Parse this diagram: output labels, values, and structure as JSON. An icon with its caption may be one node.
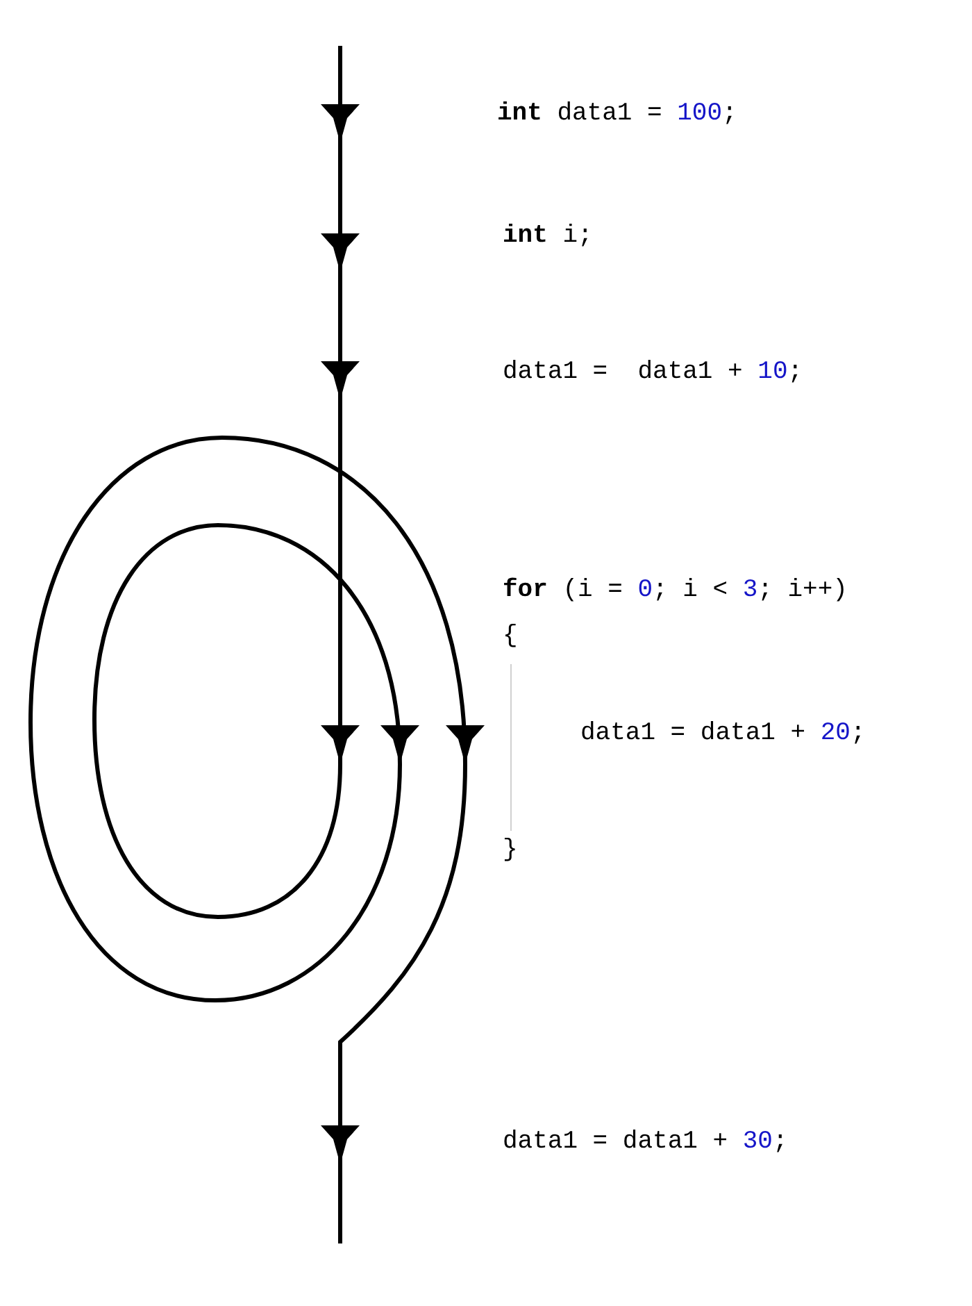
{
  "diagram": {
    "labels": [
      "**int** data1 = 100;",
      "**int** i;",
      "data1 =  data1 + 10;",
      "**for** (i = 0; i < 3; i++)",
      "{",
      "data1 = data1 + 20;",
      "}",
      "data1 = data1 + 30;"
    ]
  }
}
